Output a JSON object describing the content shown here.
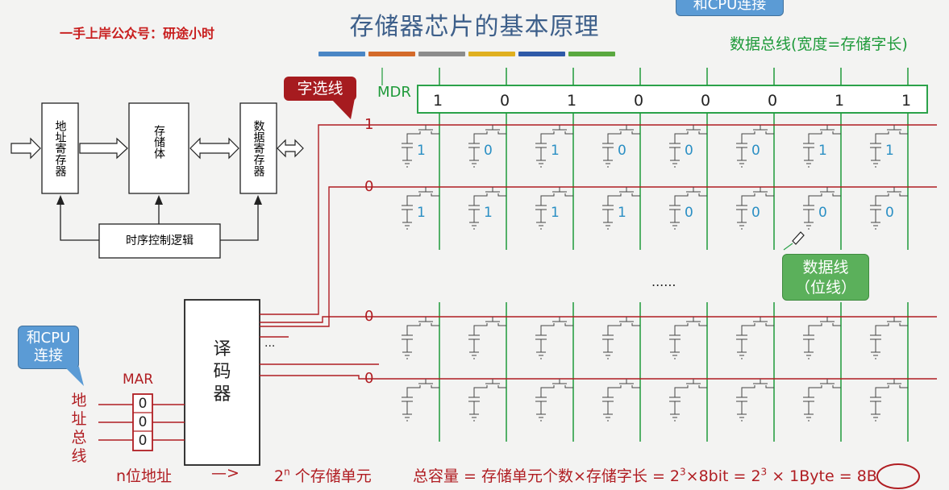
{
  "title": "存储器芯片的基本原理",
  "brand": "一手上岸公众号：研途小时",
  "top_callout": "和CPU连接",
  "data_bus_label": "数据总线(宽度=存储字长)",
  "mdr_label": "MDR",
  "mdr_bits": [
    "1",
    "0",
    "1",
    "0",
    "0",
    "0",
    "1",
    "1"
  ],
  "word_select_label": "字选线",
  "row_selects": [
    "1",
    "0",
    "0",
    "0"
  ],
  "cell_values_row1": [
    "1",
    "0",
    "1",
    "0",
    "0",
    "0",
    "1",
    "1"
  ],
  "cell_values_row2": [
    "1",
    "1",
    "1",
    "1",
    "0",
    "0",
    "0",
    "0"
  ],
  "dots_label": "......",
  "data_line_label": {
    "line1": "数据线",
    "line2": "（位线）"
  },
  "block_diagram": {
    "addr_reg": "地址寄存器",
    "memory": "存储体",
    "data_reg": "数据寄存器",
    "timing": "时序控制逻辑"
  },
  "left_callout": {
    "line1": "和CPU",
    "line2": "连接"
  },
  "mar_label": "MAR",
  "mar_bits": [
    "0",
    "0",
    "0"
  ],
  "addr_bus_label": [
    "地",
    "址",
    "总",
    "线"
  ],
  "decoder_label": [
    "译",
    "码",
    "器"
  ],
  "decoder_dots": "...",
  "bottom": {
    "n_bits": "n位地址",
    "arrow": "—>",
    "units_prefix": "2",
    "units_sup": "n",
    "units_text": " 个存储单元",
    "capacity_a": "总容量 = 存储单元个数×存储字长 = 2",
    "cap_sup1": "3",
    "capacity_b": "×8bit = 2",
    "cap_sup2": "3",
    "capacity_c": " × 1Byte = ",
    "capacity_result": "8B"
  },
  "colors": {
    "title": "#3d5f8a",
    "red": "#b01d22",
    "green": "#1e9a3a",
    "blue_bubble": "#5b9bd5",
    "cell_value": "#2a8fc4",
    "stripes": [
      "#4a86c5",
      "#d46a2a",
      "#8c8c8c",
      "#e0b020",
      "#2f5aa8",
      "#5aa840"
    ]
  }
}
